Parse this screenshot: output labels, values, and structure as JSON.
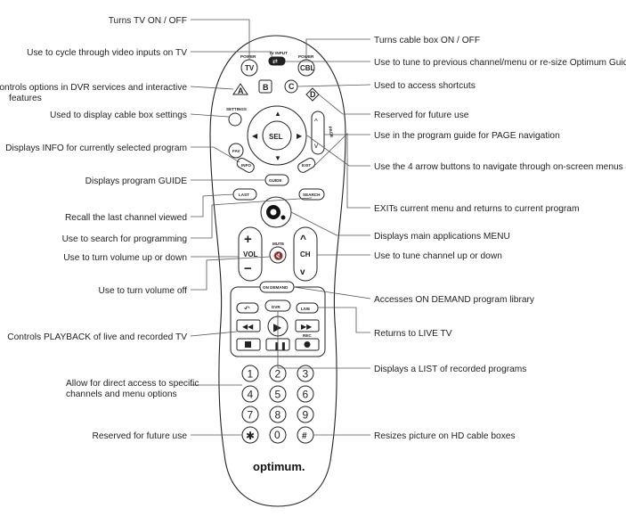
{
  "remote": {
    "buttons": {
      "power_tv_caption": "POWER",
      "tv": "TV",
      "tv_input_caption": "TV INPUT",
      "power_cbl_caption": "POWER",
      "cbl": "CBL",
      "b": "B",
      "a": "A",
      "c": "C",
      "d": "D",
      "settings": "SETTINGS",
      "sel": "SEL",
      "fav": "FAV",
      "page": "PAGE",
      "info": "INFO",
      "exit": "EXIT",
      "guide": "GUIDE",
      "last": "LAST",
      "search": "SEARCH",
      "mute": "MUTE",
      "vol": "VOL",
      "ch": "CH",
      "on_demand": "ON DEMAND",
      "dvr": "DVR",
      "live": "LIVE",
      "rec": "REC",
      "keypad": [
        "1",
        "2",
        "3",
        "4",
        "5",
        "6",
        "7",
        "8",
        "9"
      ],
      "star": "✱",
      "zero": "0",
      "hash": "#"
    },
    "logo": "optimum."
  },
  "labels_left": [
    "Turns TV ON / OFF",
    "Use to cycle through video inputs on TV",
    "Controls options in DVR services and interactive",
    "features",
    "Used to display cable box settings",
    "Displays INFO for currently selected program",
    "Displays program GUIDE",
    "Recall the last channel viewed",
    "Use to search for programming",
    "Use to turn volume up or down",
    "Use to turn volume off",
    "Controls PLAYBACK of live and recorded TV",
    "Allow for direct access to specific",
    "channels and menu options",
    "Reserved for future use"
  ],
  "labels_right": [
    "Turns cable box ON / OFF",
    "Use to tune to previous channel/menu or re-size Optimum Guide",
    "Used to access shortcuts",
    "Reserved for future use",
    "Use in the program guide for PAGE navigation",
    "Use the 4 arrow buttons to navigate through on-screen menus",
    "EXITs current menu and returns to current program",
    "Displays main applications MENU",
    "Use to tune channel up or down",
    "Accesses ON DEMAND program library",
    "Returns to LIVE TV",
    "Displays a LIST of  recorded programs",
    "Resizes picture on HD cable boxes"
  ]
}
